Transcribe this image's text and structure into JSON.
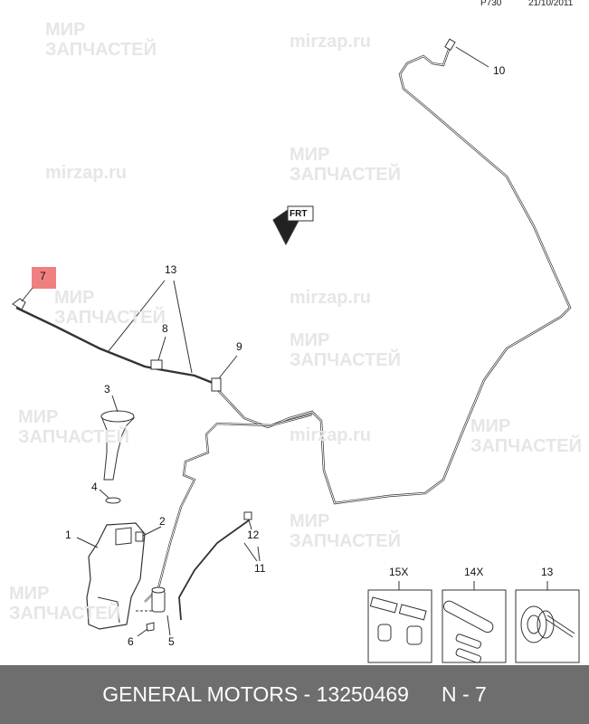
{
  "header": {
    "page_code": "P730",
    "date": "21/10/2011"
  },
  "watermarks": [
    {
      "line1": "МИР",
      "line2": "ЗАПЧАСТЕЙ"
    },
    {
      "line1": "mirzap.ru"
    }
  ],
  "diagram": {
    "direction_marker": "FRT",
    "highlighted_callout": "7",
    "highlight_color": "#f08080",
    "callouts": {
      "c1": "1",
      "c2": "2",
      "c3": "3",
      "c4": "4",
      "c5": "5",
      "c6": "6",
      "c7": "7",
      "c8": "8",
      "c9": "9",
      "c10": "10",
      "c11": "11",
      "c12": "12",
      "c13": "13"
    },
    "kits": [
      {
        "label": "15X"
      },
      {
        "label": "14X"
      },
      {
        "label": "13"
      }
    ]
  },
  "footer": {
    "brand": "GENERAL MOTORS",
    "separator": " - ",
    "part_number": "13250469",
    "position": "N - 7"
  }
}
